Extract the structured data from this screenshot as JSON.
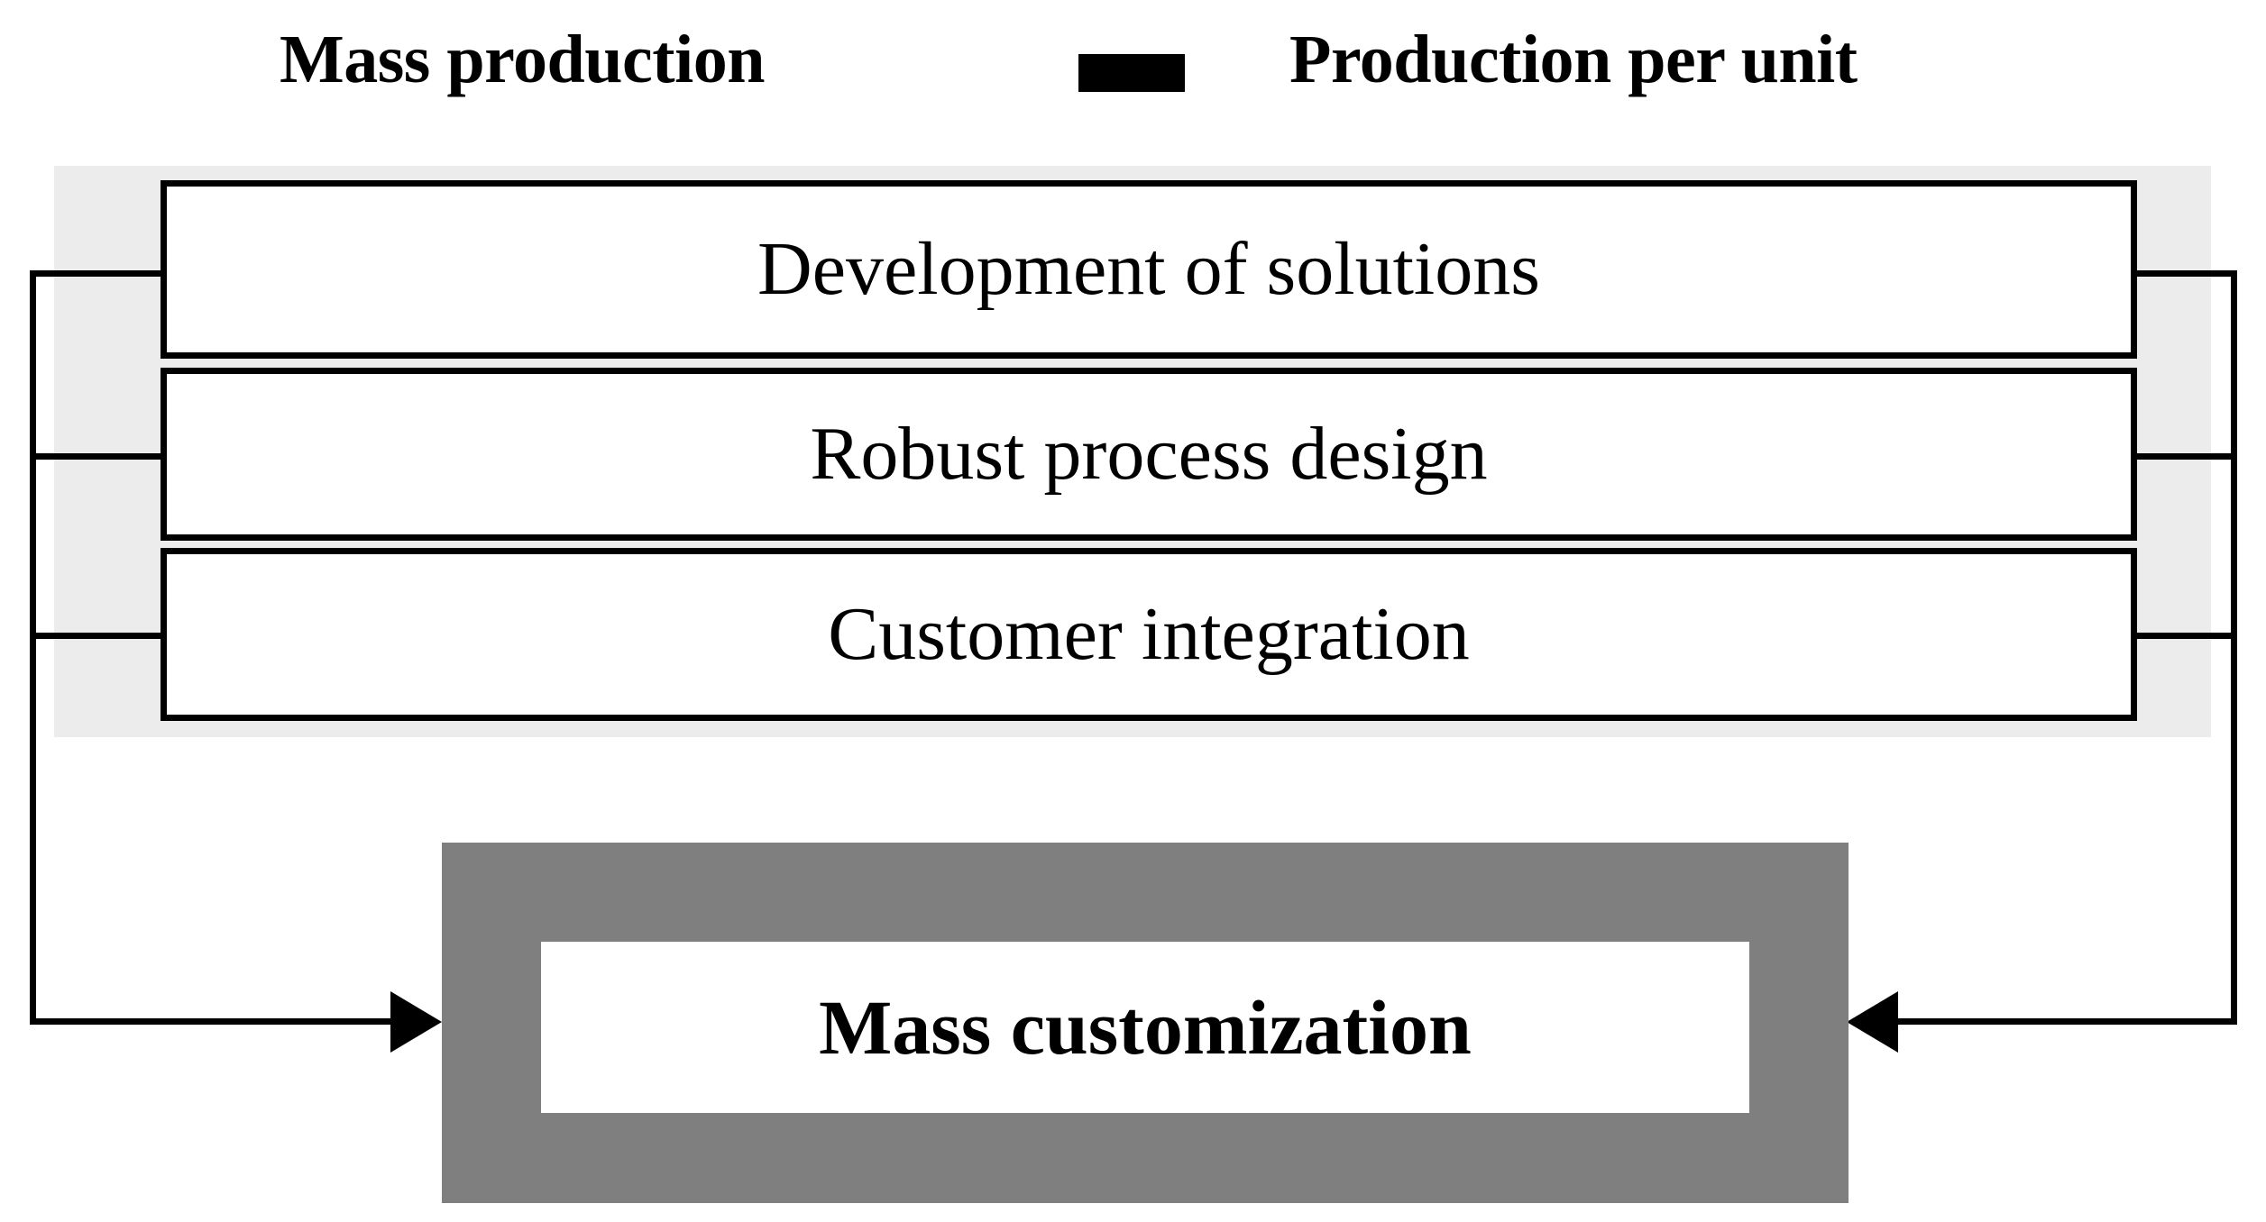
{
  "legend": {
    "left_label": "Mass production",
    "right_label": "Production per unit",
    "swatch_color": "#000000",
    "swatch_icon": "filled-rectangle-icon"
  },
  "band": {
    "background_color": "#ececec"
  },
  "enablers": [
    {
      "label": "Development of solutions"
    },
    {
      "label": "Robust process design"
    },
    {
      "label": "Customer integration"
    }
  ],
  "outcome": {
    "label": "Mass customization",
    "outer_color": "#7f7f7f",
    "inner_color": "#ffffff"
  },
  "connectors": {
    "line_color": "#000000",
    "left_arrow_icon": "arrow-right-icon",
    "right_arrow_icon": "arrow-left-icon"
  }
}
